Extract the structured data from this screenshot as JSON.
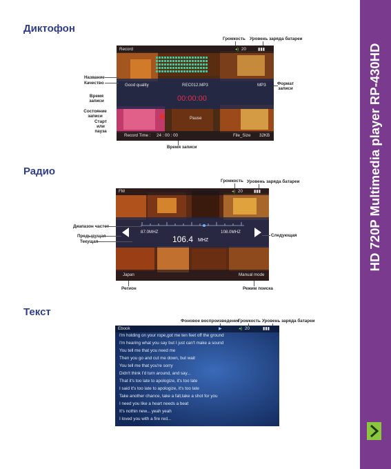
{
  "sidebar": {
    "title": "HD 720P Multimedia player RP-430HD",
    "bg_color": "#7a3a8e",
    "button_color": "#8cc63f",
    "next_icon": "chevron-right-icon"
  },
  "recorder": {
    "heading": "Диктофон",
    "screen": {
      "title": "Record",
      "volume": "20",
      "quality": "Good quality",
      "filename": "REC012.MP3",
      "format": "MP3",
      "timer": "00:00:00",
      "pause_label": "Pause",
      "record_time_label": "Record Time :",
      "record_time_value": "24 : 00 : 00",
      "file_size_label": "File_Size",
      "file_size_value": "32KB"
    },
    "annotations": {
      "volume": "Громкость",
      "battery": "Уровень заряда батареи",
      "name": "Название",
      "quality": "Качество",
      "format": "Формат записи",
      "rec_time": "Время записи",
      "rec_state": "Состояние записи",
      "start_pause": "Старт или пауза",
      "record_time": "Время записи"
    }
  },
  "radio": {
    "heading": "Радио",
    "screen": {
      "title": "FM",
      "volume": "20",
      "min_freq": "87.0MHZ",
      "max_freq": "108.0MHZ",
      "current_freq": "106.4",
      "freq_unit": "MHZ",
      "region": "Japan",
      "mode": "Manual mode"
    },
    "annotations": {
      "volume": "Громкость",
      "battery": "Уровень заряда батареи",
      "range": "Диапазон частот",
      "prev": "Предыдущая",
      "current": "Текущая",
      "next": "Следующая",
      "region": "Регион",
      "search_mode": "Режим поиска"
    }
  },
  "text": {
    "heading": "Текст",
    "screen": {
      "title": "Ebook",
      "volume": "20",
      "lines": [
        "I'm holding on your rope,got me ten feet off the ground",
        "I'm hearing what you say but I just can't make a sound",
        "You tell me that you need me",
        "Then you go and cut me down, but wait",
        "You tell me that you're sorry",
        "Didn't think I'd turn around, and say...",
        "That it's too late to apologize, it's too late",
        "I said it's too late to apologize, it's too late",
        "Take another chance, take a fall,take a shot for you",
        "I need you like a heart needs a beat",
        "It's nothin new... yeah yeah",
        "I loved you with a fire red..."
      ]
    },
    "annotations": {
      "bg_playback": "Фоновое воспроизведение",
      "volume": "Громкость",
      "battery": "Уровень заряда батареи"
    }
  }
}
